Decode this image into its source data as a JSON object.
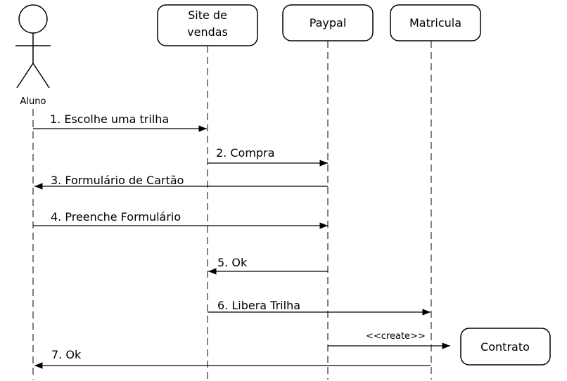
{
  "actor": {
    "label": "Aluno"
  },
  "participants": [
    {
      "id": "site",
      "lines": [
        "Site de",
        "vendas"
      ]
    },
    {
      "id": "paypal",
      "lines": [
        "Paypal"
      ]
    },
    {
      "id": "matricula",
      "lines": [
        "Matricula"
      ]
    },
    {
      "id": "contrato",
      "lines": [
        "Contrato"
      ]
    }
  ],
  "messages": [
    {
      "label": "1. Escolhe uma trilha",
      "from": "aluno",
      "to": "site"
    },
    {
      "label": "2. Compra",
      "from": "site",
      "to": "paypal"
    },
    {
      "label": "3. Formulário de Cartão",
      "from": "paypal",
      "to": "aluno"
    },
    {
      "label": "4. Preenche Formulário",
      "from": "aluno",
      "to": "paypal"
    },
    {
      "label": "5. Ok",
      "from": "paypal",
      "to": "site"
    },
    {
      "label": "6. Libera Trilha",
      "from": "site",
      "to": "matricula"
    },
    {
      "label": "<<create>>",
      "from": "paypal",
      "to": "contrato"
    },
    {
      "label": "7. Ok",
      "from": "matricula",
      "to": "aluno"
    }
  ]
}
